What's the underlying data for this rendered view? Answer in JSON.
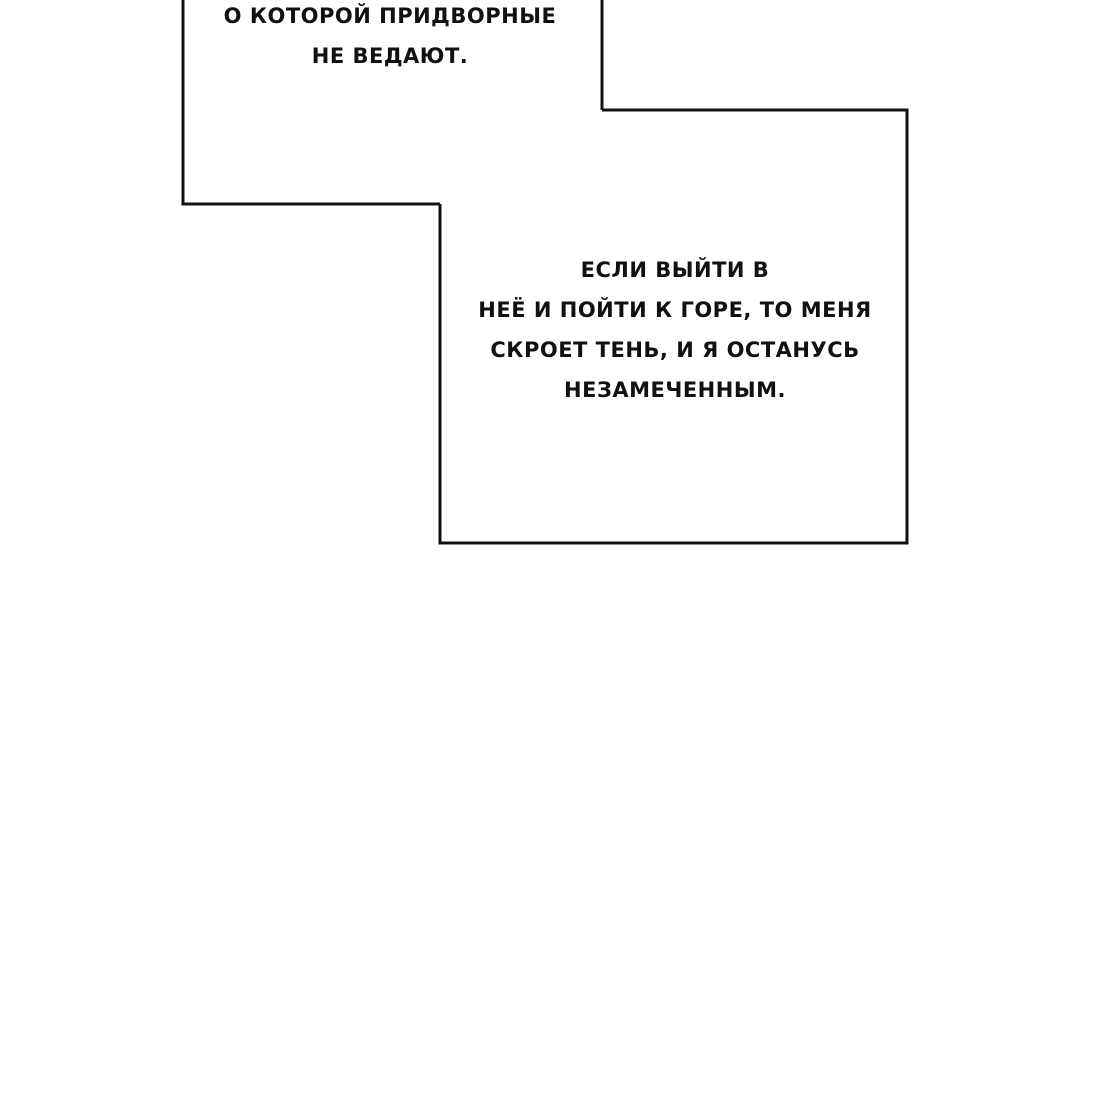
{
  "panel_top_caption": {
    "lines": [
      "о которой придворные",
      "не ведают."
    ]
  },
  "panel_bottom_caption": {
    "lines": [
      "если выйти в",
      "неё и пойти к горе, то меня",
      "скроет тень, и я останусь",
      "незамеченным."
    ]
  },
  "colors": {
    "background": "#ffffff",
    "border": "#111111",
    "text": "#111111"
  }
}
